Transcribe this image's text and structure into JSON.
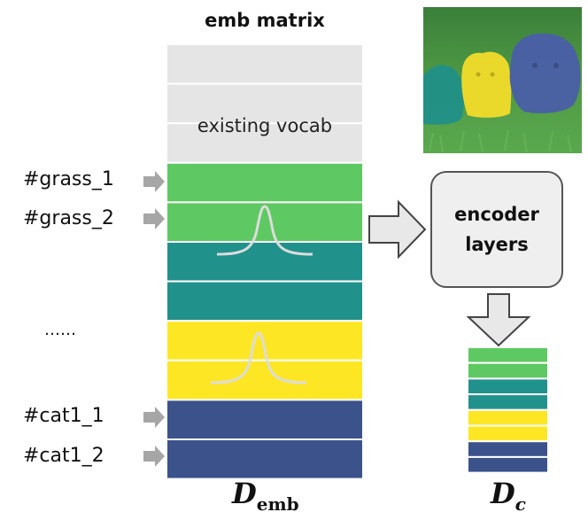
{
  "title": "emb matrix",
  "existing_vocab_label": "existing vocab",
  "tokens": [
    "#grass_1",
    "#grass_2",
    "#cat1_1",
    "#cat1_2"
  ],
  "ellipsis": "……",
  "encoder": {
    "line1": "encoder",
    "line2": "layers"
  },
  "d_emb": {
    "main": "D",
    "sub": "emb"
  },
  "d_c": {
    "main": "D",
    "sub": "c"
  },
  "colors": {
    "vocab": "#e5e5e5",
    "grass": "#5ec962",
    "teal": "#21918c",
    "yellow": "#fde725",
    "navy": "#3b528b",
    "arrow": "#a6a6a6",
    "curve": "#dddddd"
  },
  "emb_rows": [
    "vocab",
    "vocab",
    "vocab",
    "grass",
    "grass",
    "teal",
    "teal",
    "yellow",
    "yellow",
    "navy",
    "navy"
  ],
  "dc_rows": [
    "grass",
    "grass",
    "teal",
    "teal",
    "yellow",
    "yellow",
    "navy",
    "navy"
  ]
}
